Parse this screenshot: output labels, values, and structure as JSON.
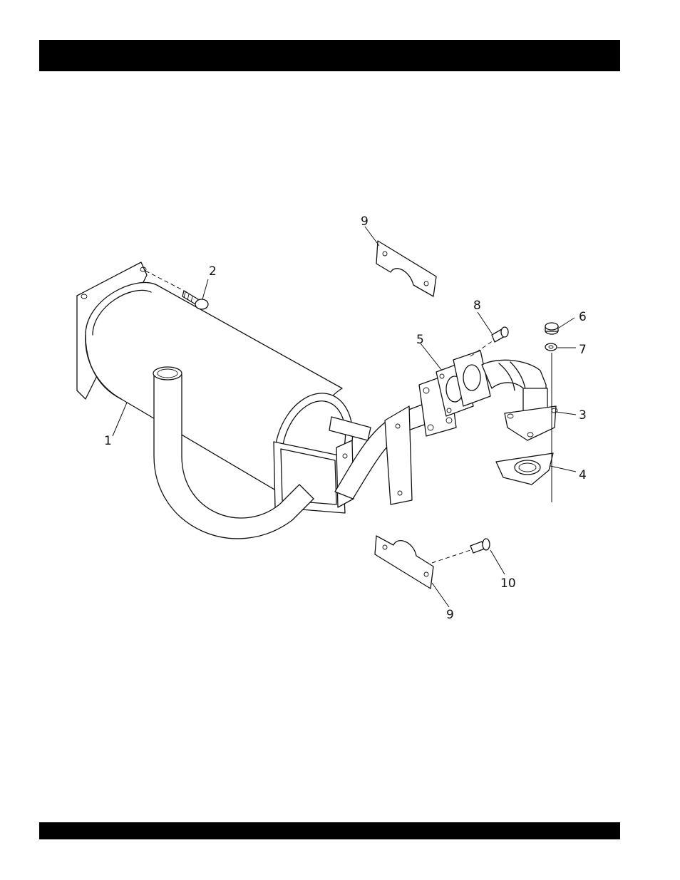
{
  "header_bar": {
    "color": "#000000"
  },
  "footer_bar": {
    "color": "#000000"
  },
  "callouts": [
    {
      "id": "c1",
      "label": "1"
    },
    {
      "id": "c2",
      "label": "2"
    },
    {
      "id": "c3",
      "label": "3"
    },
    {
      "id": "c4",
      "label": "4"
    },
    {
      "id": "c5",
      "label": "5"
    },
    {
      "id": "c6",
      "label": "6"
    },
    {
      "id": "c7",
      "label": "7"
    },
    {
      "id": "c8",
      "label": "8"
    },
    {
      "id": "c9a",
      "label": "9"
    },
    {
      "id": "c9b",
      "label": "9"
    },
    {
      "id": "c10",
      "label": "10"
    }
  ]
}
